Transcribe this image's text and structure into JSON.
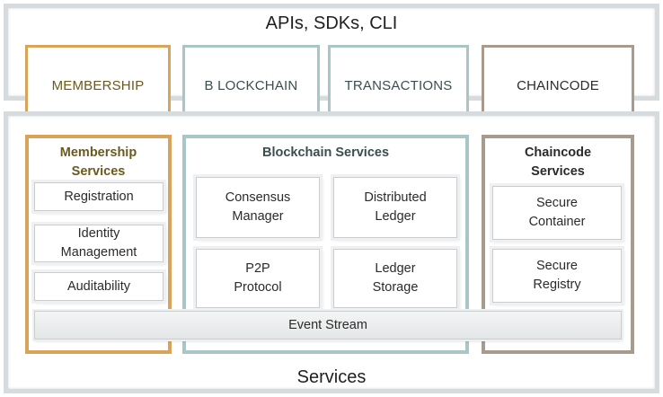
{
  "top_layer": {
    "title": "APIs, SDKs, CLI",
    "tabs": [
      {
        "label": "MEMBERSHIP",
        "color": "#d9a35a"
      },
      {
        "label": "B LOCKCHAIN",
        "color": "#a9c6c6"
      },
      {
        "label": "TRANSACTIONS",
        "color": "#a9c6c6"
      },
      {
        "label": "CHAINCODE",
        "color": "#a89a8c"
      }
    ]
  },
  "services_layer": {
    "title": "Services",
    "membership": {
      "title_line1": "Membership",
      "title_line2": "Services",
      "title_color": "#6b5a1e",
      "border_color": "#d9a35a",
      "items": [
        {
          "line1": "Registration",
          "line2": ""
        },
        {
          "line1": "Identity",
          "line2": "Management"
        },
        {
          "line1": "Auditability",
          "line2": ""
        }
      ]
    },
    "blockchain": {
      "title": "Blockchain Services",
      "title_color": "#3a4e50",
      "border_color": "#a9c6c6",
      "items": [
        {
          "line1": "Consensus",
          "line2": "Manager"
        },
        {
          "line1": "Distributed",
          "line2": "Ledger"
        },
        {
          "line1": "P2P",
          "line2": "Protocol"
        },
        {
          "line1": "Ledger",
          "line2": "Storage"
        }
      ]
    },
    "chaincode": {
      "title_line1": "Chaincode",
      "title_line2": "Services",
      "title_color": "#2b2b2b",
      "border_color": "#a89a8c",
      "items": [
        {
          "line1": "Secure",
          "line2": "Container"
        },
        {
          "line1": "Secure",
          "line2": "Registry"
        }
      ]
    },
    "event_stream": "Event Stream"
  }
}
